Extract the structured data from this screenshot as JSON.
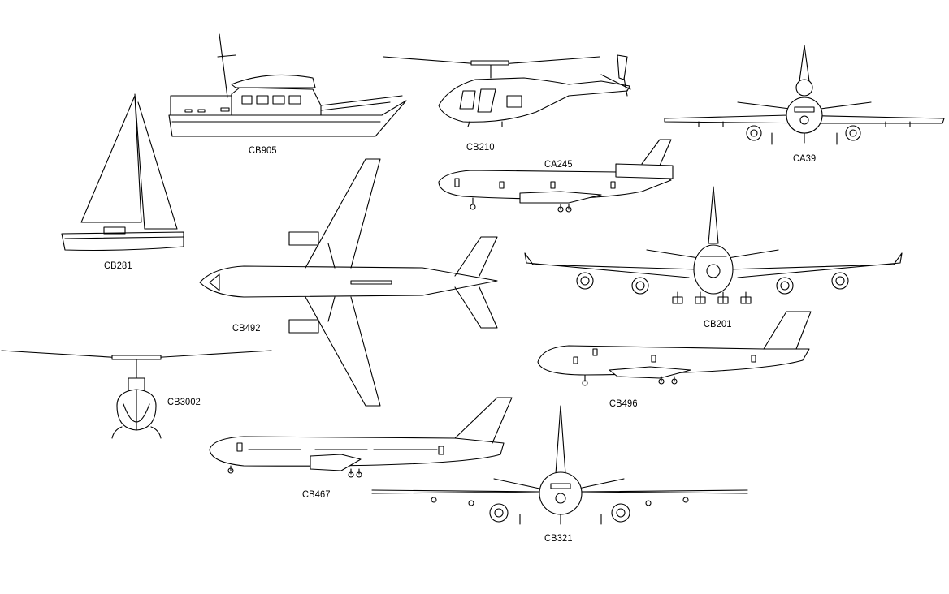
{
  "labels": {
    "cb905": "CB905",
    "cb210": "CB210",
    "ca39": "CA39",
    "ca245": "CA245",
    "cb281": "CB281",
    "cb492": "CB492",
    "cb201": "CB201",
    "cb3002": "CB3002",
    "cb496": "CB496",
    "cb467": "CB467",
    "cb321": "CB321"
  }
}
